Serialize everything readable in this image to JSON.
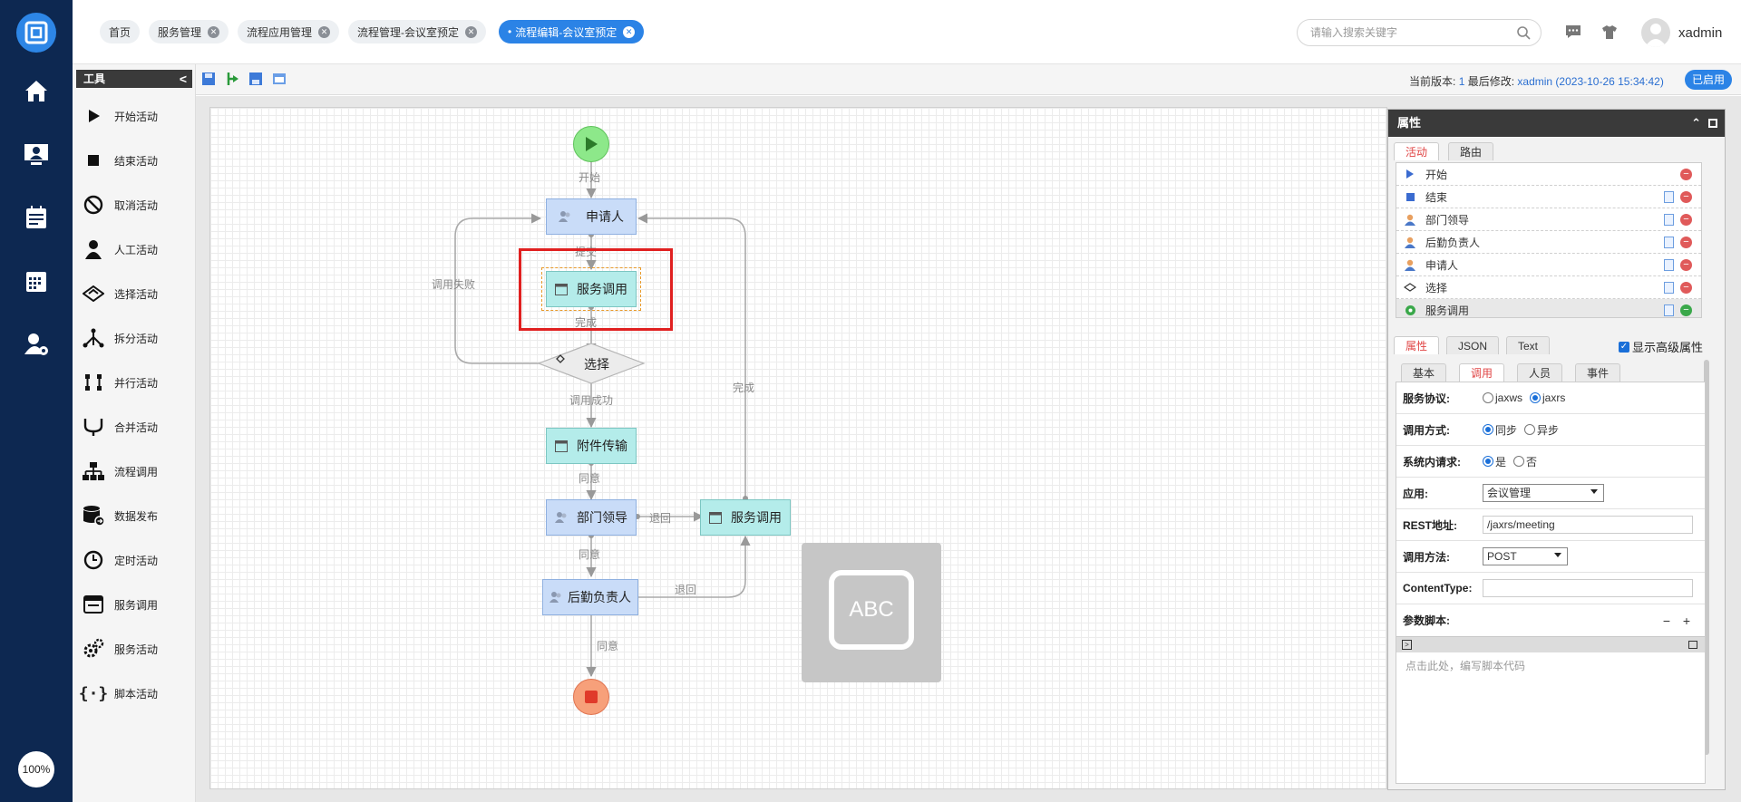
{
  "sidebar": {
    "zoom": "100%"
  },
  "tabs": [
    {
      "label": "首页"
    },
    {
      "label": "服务管理"
    },
    {
      "label": "流程应用管理"
    },
    {
      "label": "流程管理-会议室预定"
    },
    {
      "label": "流程编辑-会议室预定"
    }
  ],
  "header": {
    "search_placeholder": "请输入搜索关键字",
    "username": "xadmin"
  },
  "tools": {
    "title": "工具",
    "items": [
      {
        "label": "开始活动"
      },
      {
        "label": "结束活动"
      },
      {
        "label": "取消活动"
      },
      {
        "label": "人工活动"
      },
      {
        "label": "选择活动"
      },
      {
        "label": "拆分活动"
      },
      {
        "label": "并行活动"
      },
      {
        "label": "合并活动"
      },
      {
        "label": "流程调用"
      },
      {
        "label": "数据发布"
      },
      {
        "label": "定时活动"
      },
      {
        "label": "服务调用"
      },
      {
        "label": "服务活动"
      },
      {
        "label": "脚本活动"
      }
    ]
  },
  "version": {
    "prefix": "当前版本:",
    "number": "1",
    "modified_label": "最后修改:",
    "modified_value": "xadmin (2023-10-26 15:34:42)",
    "status": "已启用"
  },
  "flow": {
    "nodes": {
      "applicant": "申请人",
      "service1": "服务调用",
      "choice": "选择",
      "attach": "附件传输",
      "dept": "部门领导",
      "service2": "服务调用",
      "logistics": "后勤负责人"
    },
    "labels": {
      "start": "开始",
      "submit": "提交",
      "done1": "完成",
      "fail": "调用失败",
      "success": "调用成功",
      "done2": "完成",
      "agree1": "同意",
      "back1": "退回",
      "agree2": "同意",
      "back2": "退回",
      "agree3": "同意"
    },
    "ime": "ABC"
  },
  "props": {
    "title": "属性",
    "list_tabs": [
      "活动",
      "路由"
    ],
    "activities": [
      {
        "label": "开始"
      },
      {
        "label": "结束"
      },
      {
        "label": "部门领导"
      },
      {
        "label": "后勤负责人"
      },
      {
        "label": "申请人"
      },
      {
        "label": "选择"
      },
      {
        "label": "服务调用"
      }
    ],
    "panel_tabs": [
      "属性",
      "JSON",
      "Text"
    ],
    "show_advanced": "显示高级属性",
    "sub_tabs": [
      "基本",
      "调用",
      "人员",
      "事件"
    ],
    "form": {
      "protocol_label": "服务协议:",
      "protocol_opts": [
        "jaxws",
        "jaxrs"
      ],
      "mode_label": "调用方式:",
      "mode_opts": [
        "同步",
        "异步"
      ],
      "internal_label": "系统内请求:",
      "internal_opts": [
        "是",
        "否"
      ],
      "app_label": "应用:",
      "app_value": "会议管理",
      "rest_label": "REST地址:",
      "rest_value": "/jaxrs/meeting",
      "method_label": "调用方法:",
      "method_value": "POST",
      "ct_label": "ContentType:",
      "ct_value": "",
      "script_label": "参数脚本:",
      "script_hint": "点击此处，编写脚本代码"
    }
  },
  "colors": {
    "nav_bg": "#0d2851",
    "accent": "#2b83e6",
    "highlight": "#e02020"
  }
}
